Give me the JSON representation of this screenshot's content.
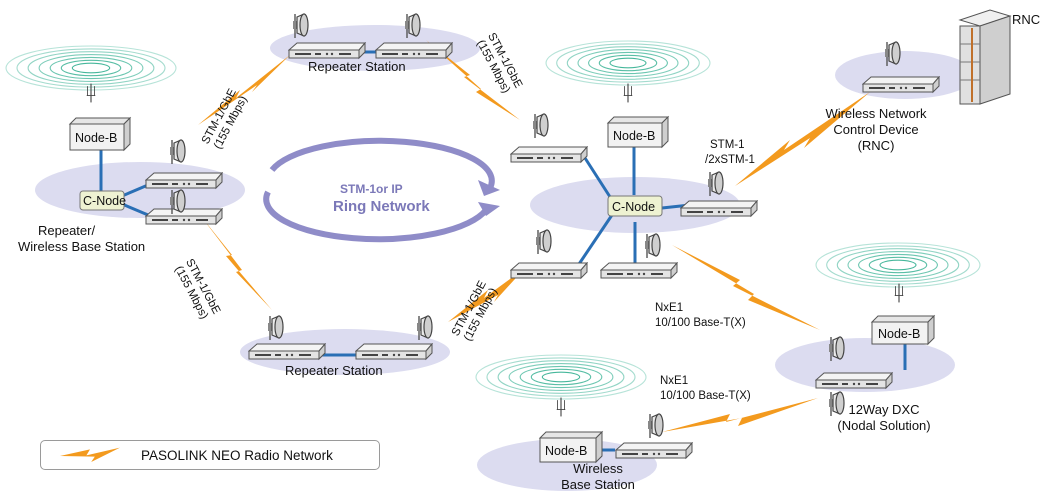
{
  "nodes": {
    "repeater_top": "Repeater Station",
    "repeater_bottom": "Repeater Station",
    "repeater_wbs_line1": "Repeater/",
    "repeater_wbs_line2": "Wireless Base Station",
    "rnc_title": "RNC",
    "rnc_line1": "Wireless Network",
    "rnc_line2": "Control Device",
    "rnc_line3": "(RNC)",
    "dxc_line1": "12Way DXC",
    "dxc_line2": "(Nodal Solution)",
    "wbs_line1": "Wireless",
    "wbs_line2": "Base Station",
    "node_b": "Node-B",
    "c_node": "C-Node"
  },
  "links": {
    "stm_gbe_line1": "STM-1/GbE",
    "stm_gbe_line2": "(155 Mbps)",
    "stm1_line1": "STM-1",
    "stm1_line2": "/2xSTM-1",
    "nxe1_line1": "NxE1",
    "nxe1_line2": "10/100 Base-T(X)"
  },
  "ring": {
    "line1": "STM-1or IP",
    "line2": "Ring Network"
  },
  "legend": {
    "label": "PASOLINK NEO Radio Network"
  },
  "colors": {
    "bolt": "#f39a1e",
    "cable": "#2a6fb5",
    "ellipse": "#dcdcf0",
    "wave": "#2fae8f",
    "ring": "#8f8cc8",
    "node_b_fill": "#f2f2f2",
    "c_node_fill": "#eef2d2"
  }
}
